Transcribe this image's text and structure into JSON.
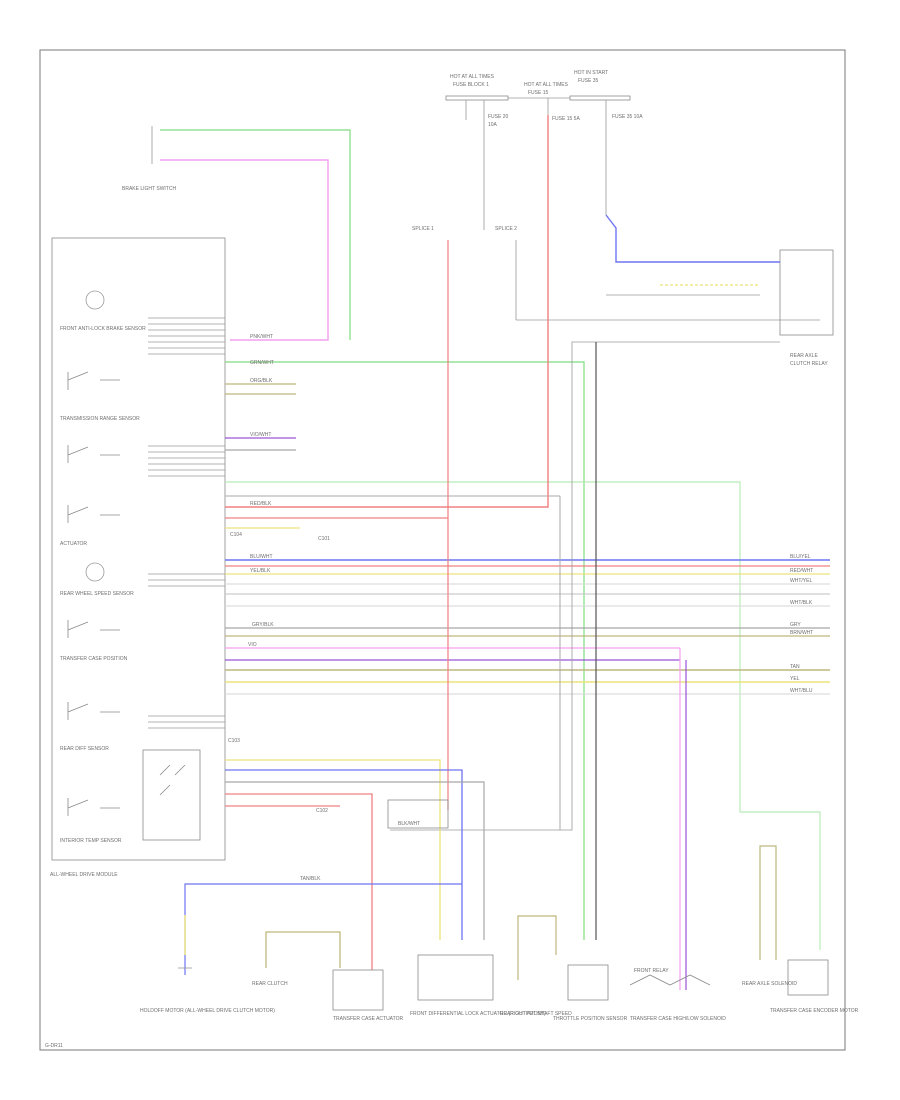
{
  "diagram": {
    "module_name": "ALL-WHEEL DRIVE MODULE",
    "page_tag": "G-DR11",
    "colors": {
      "green": "#7fdc7f",
      "light_green": "#b8ecb8",
      "pink": "#f4a0f0",
      "red": "#f08080",
      "blue": "#6e74f2",
      "yellow": "#ece47c",
      "black": "#555555",
      "gray": "#a8a8a8",
      "purple": "#9a55d6",
      "olive": "#bfb77e"
    },
    "fuse_blocks": [
      {
        "id": "fb1",
        "title": "HOT AT ALL TIMES",
        "sub": "FUSE BLOCK 1"
      },
      {
        "id": "fb2",
        "title": "HOT AT ALL TIMES",
        "sub": "FUSE 15"
      },
      {
        "id": "fb3",
        "title": "HOT IN START",
        "sub": "FUSE 35"
      }
    ],
    "fuses": [
      "FUSE 20",
      "10A",
      "FUSE 15 5A",
      "FUSE 35 10A"
    ],
    "splices": [
      "SPLICE 1",
      "SPLICE 2"
    ],
    "connectors": [
      "C101",
      "C102",
      "C103",
      "C104"
    ],
    "left_components": [
      "BRAKE LIGHT SWITCH",
      "FRONT ANTI-LOCK BRAKE SENSOR",
      "TRANSMISSION RANGE SENSOR",
      "ACTUATOR",
      "REAR WHEEL SPEED SENSOR",
      "TRANSFER CASE POSITION",
      "REAR DIFF SENSOR",
      "INTERIOR TEMP SENSOR"
    ],
    "right_block": {
      "title": "REAR AXLE",
      "sub": "CLUTCH RELAY"
    },
    "bottom_components": [
      "HOLDOFF MOTOR (ALL-WHEEL DRIVE CLUTCH MOTOR)",
      "REAR CLUTCH",
      "TRANSFER CASE ACTUATOR",
      "FRONT DIFFERENTIAL LOCK ACTUATOR (RIGHT FRONT)",
      "REAR OUTPUT SHAFT SPEED",
      "THROTTLE POSITION SENSOR",
      "FRONT RELAY",
      "TRANSFER CASE HIGH/LOW SOLENOID",
      "REAR AXLE SOLENOID",
      "TRANSFER CASE ENCODER MOTOR"
    ],
    "wire_codes": [
      "GRN/WHT",
      "PNK/WHT",
      "RED/BLK",
      "BLU/WHT",
      "YEL/BLK",
      "BLK/WHT",
      "GRY/BLK",
      "VIO/WHT",
      "TAN/BLK",
      "ORG/BLK"
    ],
    "bus_labels": [
      "BLU/YEL",
      "RED/WHT",
      "WHT/YEL",
      "WHT/BLK",
      "GRY",
      "BRN/WHT",
      "TAN",
      "VIO",
      "YEL",
      "WHT/BLU"
    ]
  }
}
